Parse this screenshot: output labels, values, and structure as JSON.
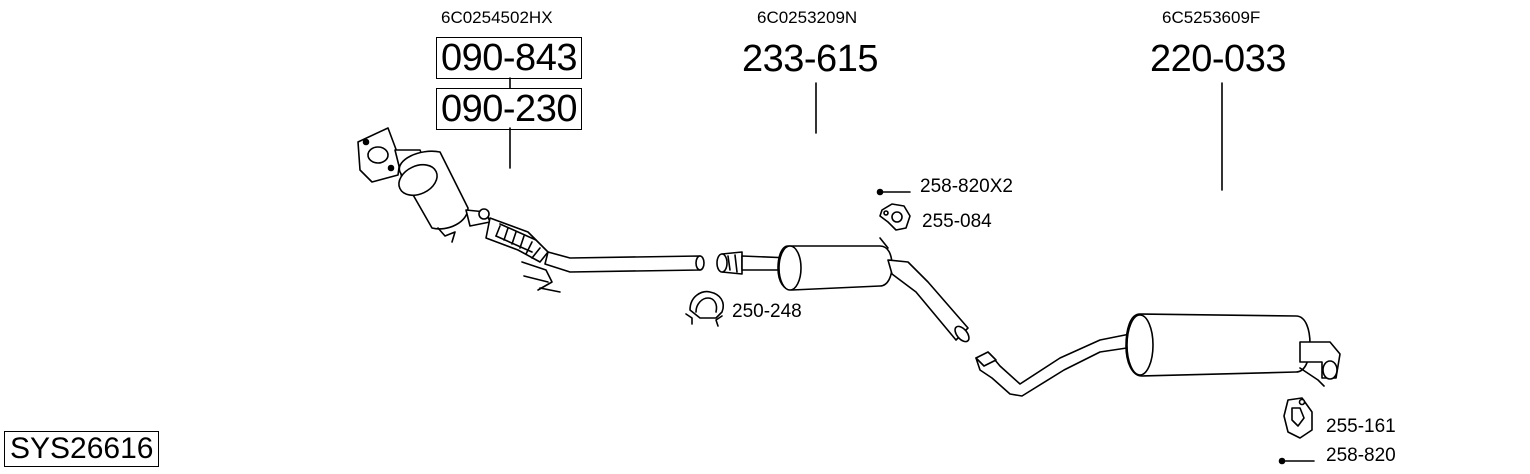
{
  "diagram": {
    "system_id": "SYS26616",
    "oe_numbers": [
      "6C0254502HX",
      "6C0253209N",
      "6C5253609F"
    ],
    "main_parts": {
      "front_pipe_a": "090-843",
      "front_pipe_b": "090-230",
      "middle_silencer": "233-615",
      "rear_silencer": "220-033"
    },
    "accessories": {
      "bolt_middle": "258-820X2",
      "mount_middle": "255-084",
      "clamp": "250-248",
      "mount_rear": "255-161",
      "bolt_rear": "258-820"
    }
  }
}
